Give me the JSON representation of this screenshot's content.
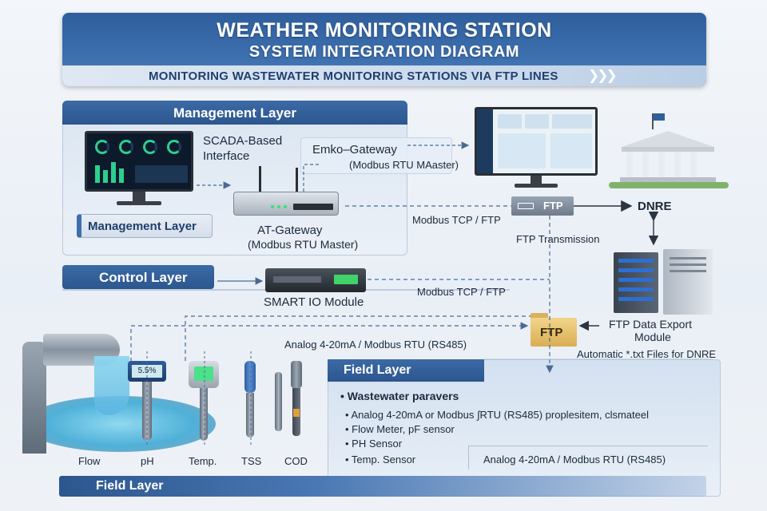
{
  "banner": {
    "title_line1": "WEATHER MONITORING STATION",
    "title_line2": "SYSTEM INTEGRATION DIAGRAM",
    "subtitle": "MONITORING WASTEWATER MONITORING STATIONS VIA FTP LINES",
    "chevrons": "❯❯❯"
  },
  "management": {
    "header": "Management Layer",
    "scada_line1": "SCADA-Based",
    "scada_line2": "Interface",
    "pill_label": "Management Layer",
    "emko_title": "Emko–Gateway",
    "emko_sub": "(Modbus RTU MAaster)",
    "at_title": "AT-Gateway",
    "at_sub": "(Modbus RTU Master)"
  },
  "links": {
    "modbus_tcp_ftp_1": "Modbus TCP / FTP",
    "ftp_tag": "FTP",
    "dnre": "DNRE",
    "ftp_transmission": "FTP Transmission",
    "modbus_tcp_ftp_2": "Modbus TCP / FTP",
    "analog_modbus_1": "Analog 4-20mA / Modbus RTU (RS485)"
  },
  "control": {
    "label": "Control Layer",
    "smart_io": "SMART IO Module"
  },
  "ftp_export": {
    "folder_label": "FTP",
    "title_line1": "FTP Data Export",
    "title_line2": "Module",
    "files": "Automatic *.txt Files for DNRE"
  },
  "field": {
    "header": "Field Layer",
    "bullet_title": "• Wastewater paravers",
    "bullets": [
      "• Analog 4-20mA or Modbus ∫RTU (RS485) proplesitem, clsmateel",
      "• Flow Meter, pF sensor",
      "• PH Sensor",
      "• Temp. Sensor"
    ],
    "analog_note": "Analog 4-20mA / Modbus RTU (RS485)",
    "bottom_label": "Field Layer"
  },
  "sensors": {
    "labels": [
      "Flow",
      "pH",
      "Temp.",
      "TSS",
      "COD"
    ],
    "ph_display": "5.5%"
  },
  "colors": {
    "primary_blue": "#2f5e9c",
    "accent_green": "#2ccf8e",
    "water": "#6cc6e8"
  }
}
